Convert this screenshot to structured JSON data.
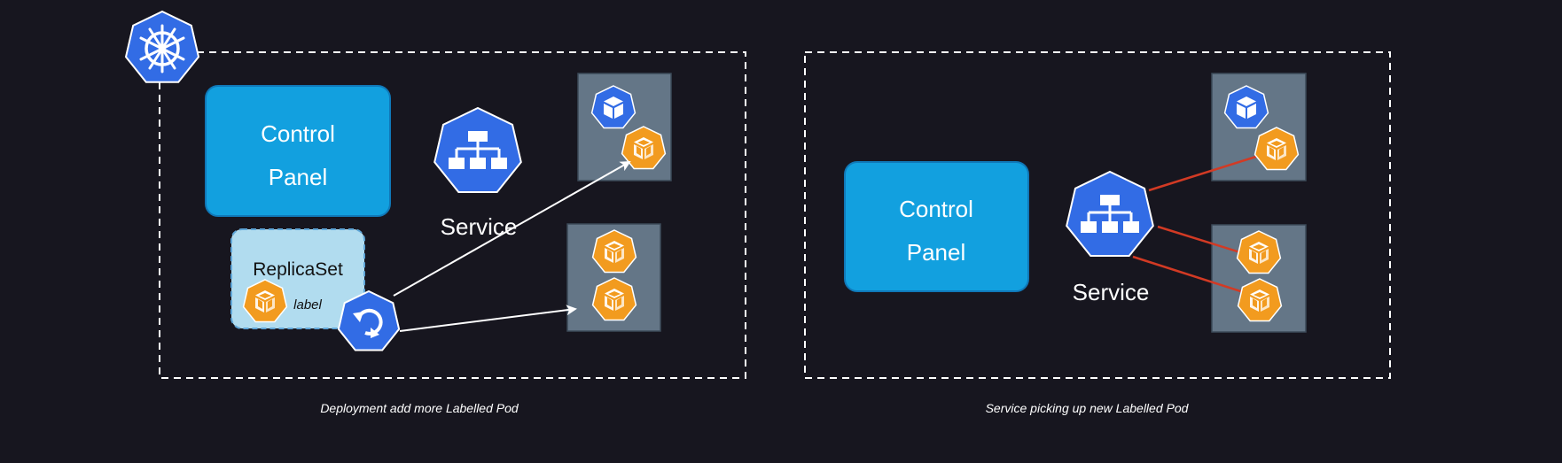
{
  "left_panel": {
    "control_panel": {
      "line1": "Control",
      "line2": "Panel"
    },
    "service_label": "Service",
    "replicaset_label": "ReplicaSet",
    "pod_label": "label",
    "caption": "Deployment add more Labelled Pod"
  },
  "right_panel": {
    "control_panel": {
      "line1": "Control",
      "line2": "Panel"
    },
    "service_label": "Service",
    "caption": "Service picking up new Labelled Pod"
  },
  "colors": {
    "background": "#17161f",
    "control_panel": "#12a0df",
    "replicaset": "#b1dcef",
    "k8s_blue": "#326ce5",
    "pod_orange": "#f29b1f",
    "node_gray": "#647687",
    "connector_red": "#d23a24",
    "arrow_white": "#ffffff"
  },
  "icons": [
    "kubernetes-helm-icon",
    "service-icon",
    "deployment-icon",
    "pod-icon",
    "namespace-icon"
  ]
}
